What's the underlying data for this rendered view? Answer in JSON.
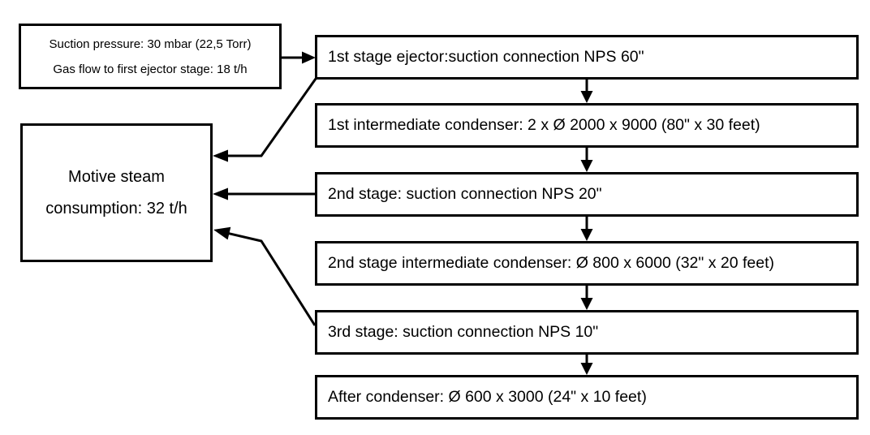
{
  "info_box": {
    "line1": "Suction pressure: 30 mbar (22,5 Torr)",
    "line2": "Gas flow to first ejector stage: 18 t/h"
  },
  "steam_box": {
    "line1": "Motive steam",
    "line2": "consumption: 32 t/h"
  },
  "stages": [
    {
      "label": "1st stage ejector:suction connection NPS 60\""
    },
    {
      "label": "1st intermediate condenser: 2 x Ø 2000 x 9000 (80\" x 30 feet)"
    },
    {
      "label": "2nd stage: suction connection NPS 20\""
    },
    {
      "label": "2nd stage intermediate condenser: Ø 800 x 6000 (32\" x 20 feet)"
    },
    {
      "label": "3rd stage: suction connection NPS 10\""
    },
    {
      "label": "After condenser: Ø 600 x 3000 (24\" x 10 feet)"
    }
  ],
  "colors": {
    "line": "#000000",
    "text": "#000000",
    "background": "#ffffff"
  }
}
